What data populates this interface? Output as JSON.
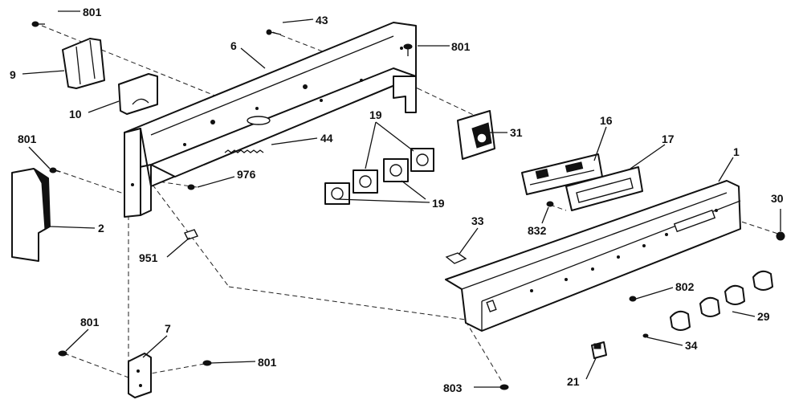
{
  "callouts": {
    "c801a": "801",
    "c43": "43",
    "c801b": "801",
    "c9": "9",
    "c6": "6",
    "c10": "10",
    "c801c": "801",
    "c19a": "19",
    "c44": "44",
    "c31": "31",
    "c16": "16",
    "c17": "17",
    "c1": "1",
    "c976": "976",
    "c19b": "19",
    "c2": "2",
    "c30": "30",
    "c832": "832",
    "c33": "33",
    "c951": "951",
    "c802": "802",
    "c801d": "801",
    "c7": "7",
    "c29": "29",
    "c801e": "801",
    "c34": "34",
    "c803": "803",
    "c21": "21"
  }
}
